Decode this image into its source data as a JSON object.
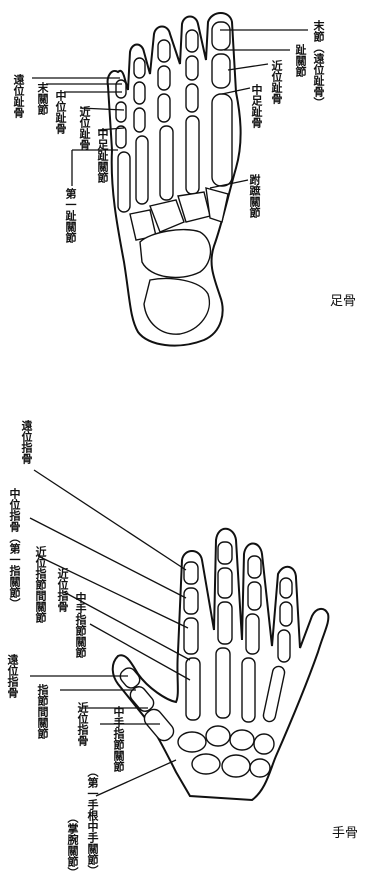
{
  "foot": {
    "caption": "足骨",
    "labels": {
      "distal_phalanx": "末節（遠位趾骨）",
      "toe_joint": "趾關節",
      "proximal_phalanx_right": "近位趾骨",
      "middle_phalanx_right": "中足趾骨",
      "tarsometatarsal_joint": "跗蹠關節",
      "distal_phalanx_left": "遠位趾骨",
      "end_joint": "末關節",
      "middle_phalanx_left": "中位趾骨",
      "proximal_phalanx_left": "近位趾骨",
      "metatarsophalangeal_joint": "中足趾關節",
      "first_toe_joint": "第一趾關節"
    }
  },
  "hand": {
    "caption": "手骨",
    "labels": {
      "distal_phalanx": "遠位指骨",
      "middle_phalanx": "中位指骨（第一指關節）",
      "proximal_interphalangeal": "近位指節間關節",
      "proximal_phalanx": "近位指骨",
      "metacarpophalangeal": "中手指節關節",
      "distal_phalanx_thumb": "遠位指骨",
      "interphalangeal_joint": "指節間關節",
      "proximal_phalanx_thumb": "近位指骨",
      "thumb_mcp": "中手指節關節",
      "first_cmc": "（第一手根中手關節）",
      "carpometacarpal": "（掌腕關節）"
    }
  }
}
